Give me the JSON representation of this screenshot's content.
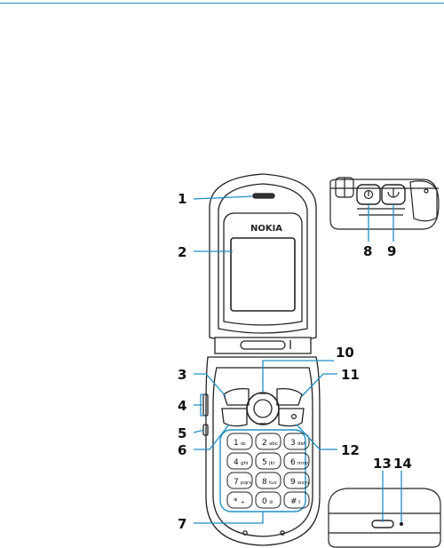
{
  "figure": {
    "brand": "NOKIA",
    "callouts": [
      "1",
      "2",
      "3",
      "4",
      "5",
      "6",
      "7",
      "8",
      "9",
      "10",
      "11",
      "12",
      "13",
      "14"
    ],
    "keys": [
      {
        "main": "1",
        "sub": "ꝏ"
      },
      {
        "main": "2",
        "sub": "abc"
      },
      {
        "main": "3",
        "sub": "def"
      },
      {
        "main": "4",
        "sub": "ghi"
      },
      {
        "main": "5",
        "sub": "jkl"
      },
      {
        "main": "6",
        "sub": "mno"
      },
      {
        "main": "7",
        "sub": "pqrs"
      },
      {
        "main": "8",
        "sub": "tuv"
      },
      {
        "main": "9",
        "sub": "wxyz"
      },
      {
        "main": "*",
        "sub": "+"
      },
      {
        "main": "0",
        "sub": "⊘"
      },
      {
        "main": "#",
        "sub": "⇧"
      }
    ]
  },
  "colors": {
    "accent": "#1f8fc4",
    "line": "#222222"
  }
}
